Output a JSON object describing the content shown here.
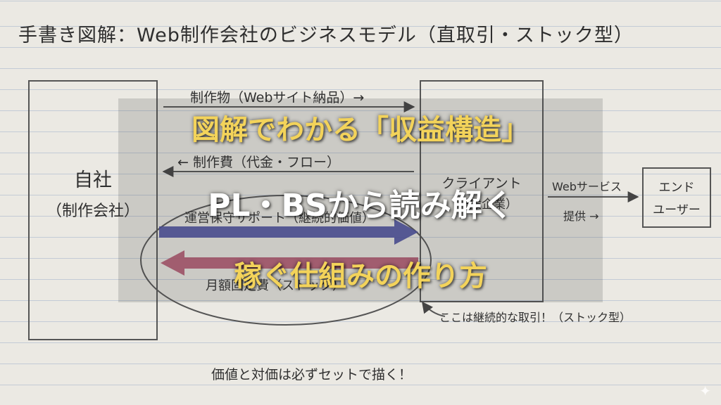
{
  "diagram": {
    "title": "手書き図解：Web制作会社のビジネスモデル（直取引・ストック型）",
    "self_box": {
      "name": "自社",
      "sub": "（制作会社）"
    },
    "client_box": {
      "name": "クライアント",
      "sub": "（一般企業）"
    },
    "enduser_box": {
      "line1": "エンド",
      "line2": "ユーザー"
    },
    "arrows": {
      "deliverable": "制作物（Webサイト納品）→",
      "fee": "← 制作費（代金・フロー）",
      "maintenance": "運営保守サポート（継続的価値）",
      "fixed_fee": "月額固定費（ストック）",
      "web_service": "Webサービス",
      "provide": "提供 →"
    },
    "note": "ここは継続的な取引！（ストック型）",
    "bottom_note": "価値と対価は必ずセットで描く！"
  },
  "overlay": {
    "line1": "図解でわかる「収益構造」",
    "line2": "PL・BSから読み解く",
    "line3": "稼ぐ仕組みの作り方"
  },
  "colors": {
    "paper": "#ebe9e3",
    "rule_line": "#c3cbd6",
    "ink": "#2f2f2f",
    "blue_arrow": "#4b4f9e",
    "red_arrow": "#b3566e",
    "overlay_yellow": "#f3d35a",
    "overlay_white": "#ffffff"
  },
  "icons": {
    "sparkle": "sparkle-icon"
  }
}
